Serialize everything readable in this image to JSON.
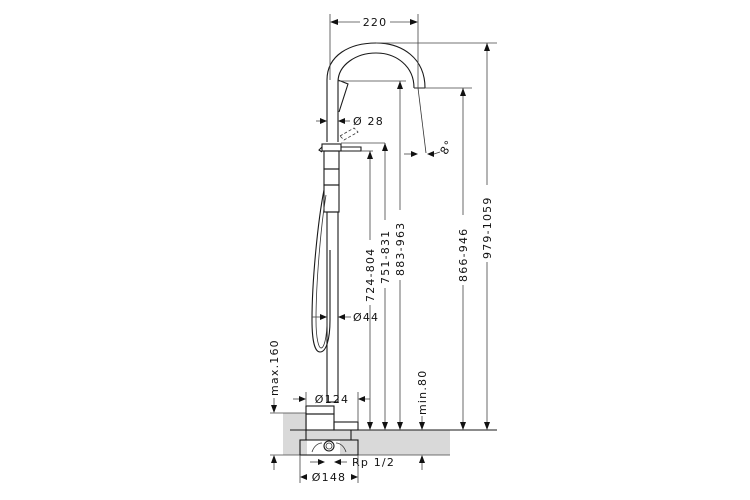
{
  "drawing": {
    "title": "Freestanding bath mixer dimension drawing",
    "colors": {
      "line": "#1a1a1a",
      "floor_fill": "#d9d9d9",
      "background": "#ffffff"
    },
    "dimensions": {
      "spout_projection": "220",
      "spout_diameter": "Ø 28",
      "spout_angle": "8°",
      "height_handle": "724-804",
      "height_shower_holder": "751-831",
      "height_spout_outlet_inner": "883-963",
      "height_spout_outlet": "866-946",
      "height_total": "979-1059",
      "body_diameter": "Ø44",
      "base_cover_diameter": "Ø124",
      "install_box_diameter": "Ø148",
      "connection_thread": "Rp 1/2",
      "max_floor_depth": "max.160",
      "min_floor_depth": "min.80"
    }
  }
}
